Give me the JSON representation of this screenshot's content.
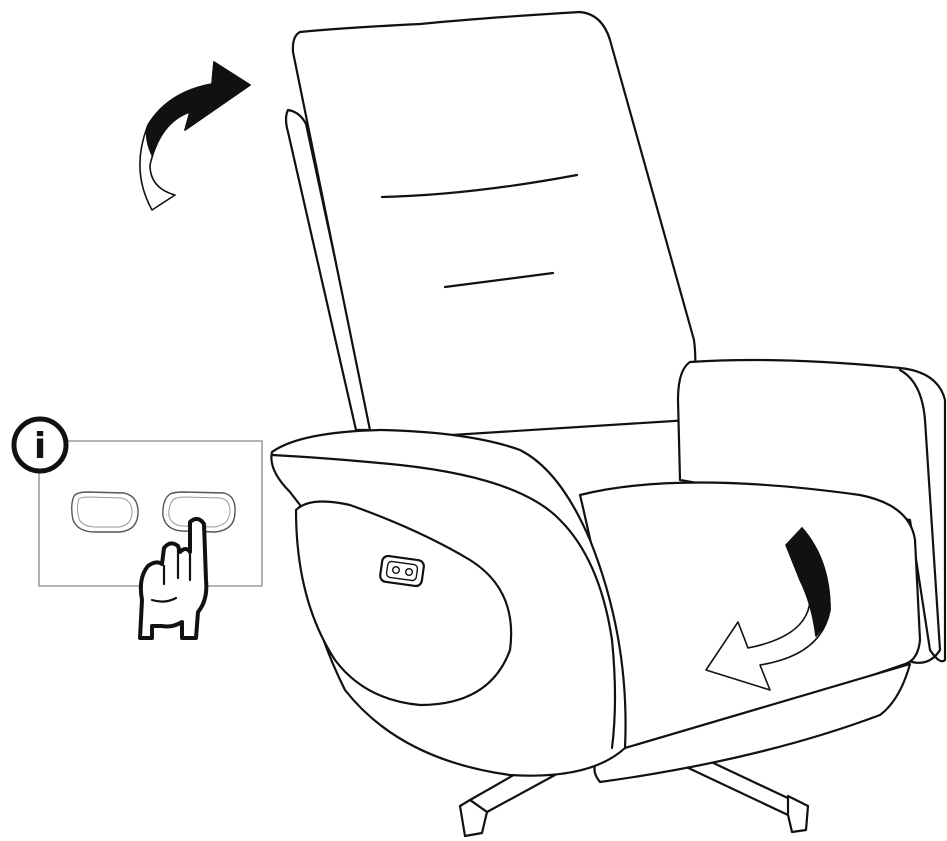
{
  "info_badge": {
    "glyph": "i",
    "icon": "info-icon"
  },
  "remote": {
    "buttons": [
      "recline-back-button",
      "return-upright-button"
    ],
    "pressed_index": 1
  },
  "colors": {
    "line": "#111111",
    "background": "#ffffff",
    "callout_border": "#888888"
  },
  "icons": [
    "info-icon",
    "pointing-hand-icon",
    "curved-arrow-up-icon",
    "curved-arrow-down-icon",
    "control-switch-icon"
  ]
}
